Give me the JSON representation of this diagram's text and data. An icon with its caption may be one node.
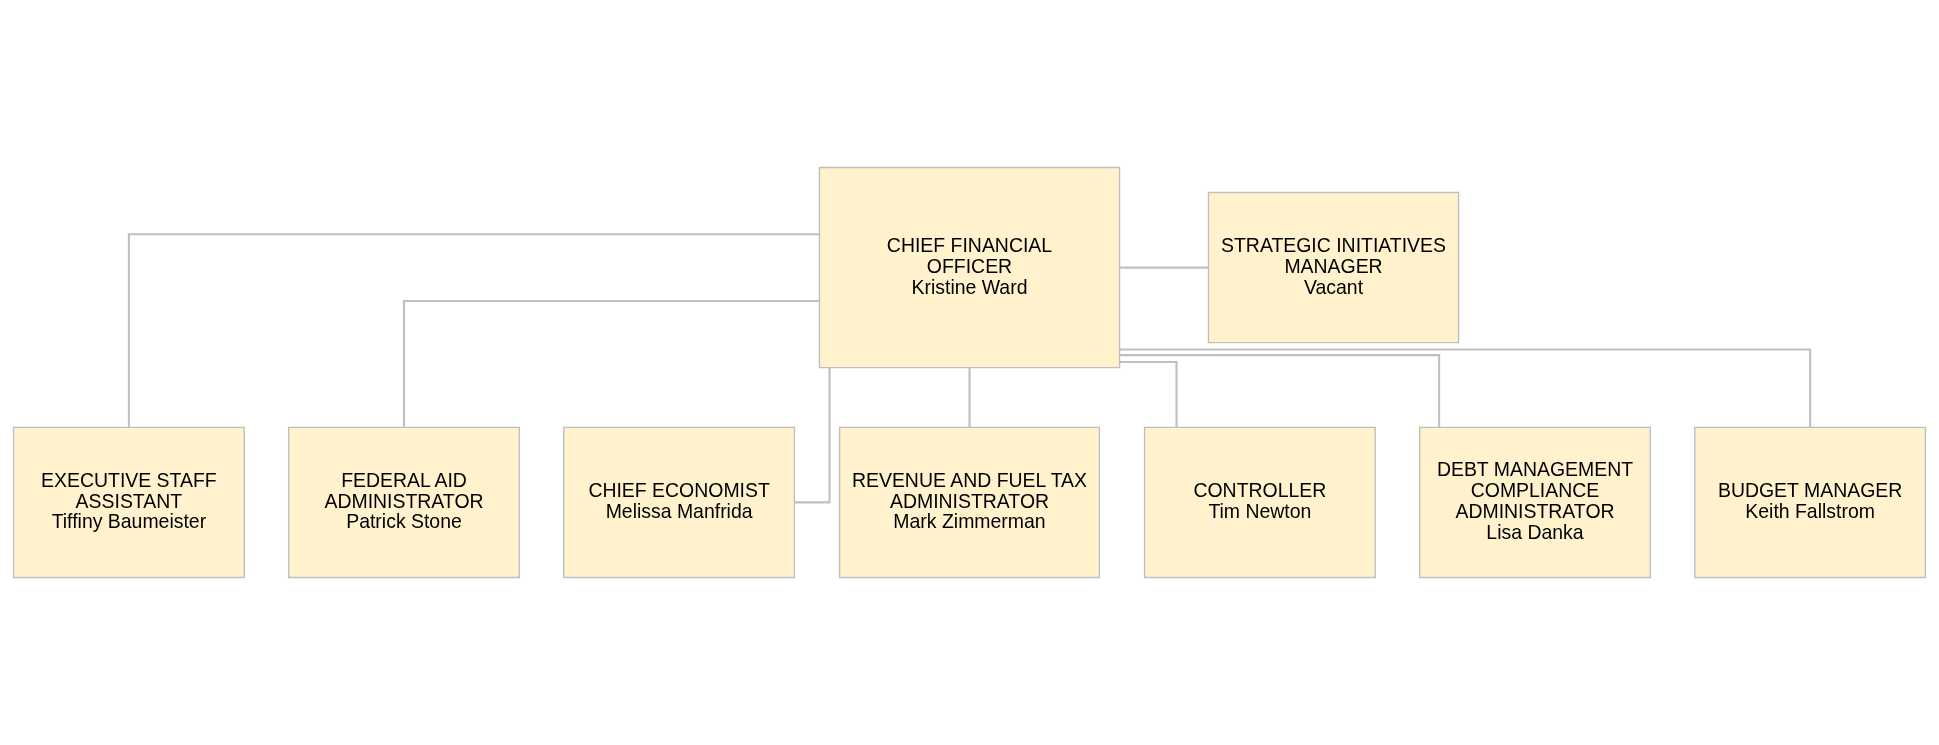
{
  "diagram": {
    "nodes": [
      {
        "text": [
          "CHIEF FINANCIAL OFFICER",
          "Kristine Ward"
        ]
      },
      {
        "text": [
          "STRATEGIC INITIATIVES MANAGER",
          "Vacant"
        ]
      },
      {
        "text": [
          "EXECUTIVE STAFF ASSISTANT",
          "Tiffiny Baumeister"
        ]
      },
      {
        "text": [
          "FEDERAL AID ADMINISTRATOR",
          "Patrick Stone"
        ]
      },
      {
        "text": [
          "CHIEF ECONOMIST",
          "Melissa Manfrida"
        ]
      },
      {
        "text": [
          "REVENUE AND FUEL TAX ADMINISTRATOR",
          "Mark Zimmerman"
        ]
      },
      {
        "text": [
          "CONTROLLER",
          "Tim Newton"
        ]
      },
      {
        "text": [
          "DEBT MANAGEMENT COMPLIANCE ADMINISTRATOR",
          "Lisa Danka"
        ]
      },
      {
        "text": [
          "BUDGET MANAGER",
          "Keith Fallstrom"
        ]
      }
    ],
    "edges": [
      {
        "from": 0,
        "to": 1,
        "arrow": "none"
      },
      {
        "from": 0,
        "to": 2,
        "arrow": "none"
      },
      {
        "from": 0,
        "to": 3,
        "arrow": "none"
      },
      {
        "from": 0,
        "to": 4,
        "arrow": "none"
      },
      {
        "from": 0,
        "to": 5,
        "arrow": "none"
      },
      {
        "from": 0,
        "to": 6,
        "arrow": "none"
      },
      {
        "from": 0,
        "to": 7,
        "arrow": "none"
      },
      {
        "from": 0,
        "to": 8,
        "arrow": "none"
      }
    ]
  }
}
